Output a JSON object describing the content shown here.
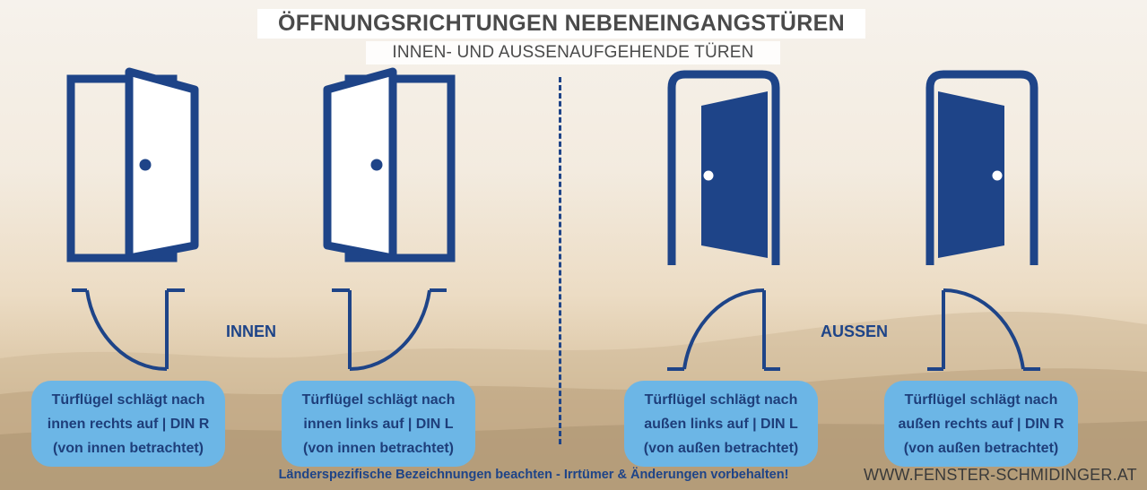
{
  "header": {
    "title": "ÖFFNUNGSRICHTUNGEN NEBENEINGANGSTÜREN",
    "subtitle": "INNEN- UND AUSSENAUFGEHENDE TÜREN"
  },
  "colors": {
    "primary": "#1e4488",
    "bubble": "#6cb6e6",
    "bubble_text": "#1e3e7a",
    "title_text": "#4a4a4a"
  },
  "sections": {
    "innen_label": "INNEN",
    "aussen_label": "AUSSEN"
  },
  "doors": [
    {
      "icon": "open-door-inward-right-icon",
      "plan_icon": "swing-plan-inward-right-icon",
      "lines": [
        "Türflügel schlägt nach",
        "innen rechts auf | DIN R",
        "(von innen betrachtet)"
      ]
    },
    {
      "icon": "open-door-inward-left-icon",
      "plan_icon": "swing-plan-inward-left-icon",
      "lines": [
        "Türflügel schlägt nach",
        "innen links auf | DIN L",
        "(von innen betrachtet)"
      ]
    },
    {
      "icon": "open-door-outward-left-icon",
      "plan_icon": "swing-plan-outward-left-icon",
      "lines": [
        "Türflügel schlägt nach",
        "außen links auf | DIN L",
        "(von außen betrachtet)"
      ]
    },
    {
      "icon": "open-door-outward-right-icon",
      "plan_icon": "swing-plan-outward-right-icon",
      "lines": [
        "Türflügel schlägt nach",
        "außen rechts auf | DIN R",
        "(von außen betrachtet)"
      ]
    }
  ],
  "footer": {
    "note": "Länderspezifische Bezeichnungen beachten - Irrtümer & Änderungen vorbehalten!",
    "website": "WWW.FENSTER-SCHMIDINGER.AT"
  }
}
